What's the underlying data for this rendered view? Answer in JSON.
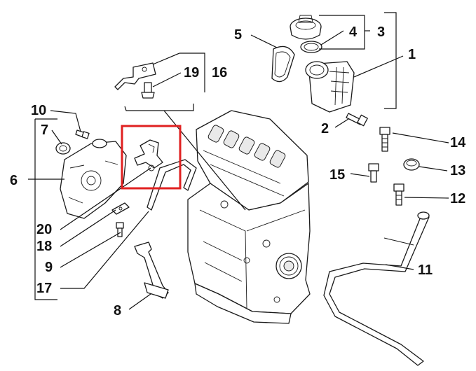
{
  "diagram": {
    "callouts": [
      "1",
      "2",
      "3",
      "4",
      "5",
      "6",
      "7",
      "8",
      "9",
      "10",
      "11",
      "12",
      "13",
      "14",
      "15",
      "16",
      "17",
      "18",
      "19",
      "20"
    ],
    "highlight_color": "#e02020",
    "line_color": "#111111"
  }
}
